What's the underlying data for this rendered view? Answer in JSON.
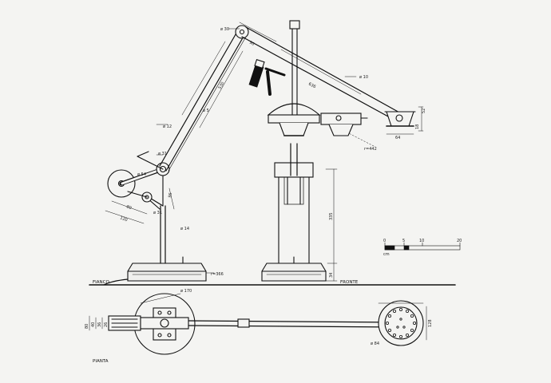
{
  "drawing": {
    "views": {
      "side": "FIANCO",
      "front": "FRONTE",
      "plan": "PIANTA"
    },
    "dimensions": {
      "arm_pivot_dia": "ø 30",
      "arm_upper_len": "90",
      "arm_tip_dia": "ø 10",
      "arm_long_len": "636",
      "arm_rod_dia": "ø 12",
      "arm_rod_len": "530",
      "arm_rod_small": "ø 5",
      "joint_dia": "ø 31",
      "counterweight_dia": "ø 54",
      "lower_joint_dia": "ø 31",
      "short_link": "80",
      "short_link_2": "120",
      "lower_len": "95",
      "stem_dia": "ø 14",
      "base_reach": "r=366",
      "head_height": "52",
      "head_width": "64",
      "head_rim": "18",
      "head_dia": "ø 84",
      "swing": "r=442",
      "column_height": "335",
      "base_height": "34",
      "plan_base_dia": "ø 170",
      "plan_w1": "80",
      "plan_w2": "40",
      "plan_w3": "36",
      "plan_w4": "26",
      "plan_head": "ø 84",
      "plan_head_w": "128"
    },
    "scale_bar": {
      "ticks": [
        "0",
        "5",
        "10",
        "20"
      ],
      "unit": "cm"
    }
  }
}
